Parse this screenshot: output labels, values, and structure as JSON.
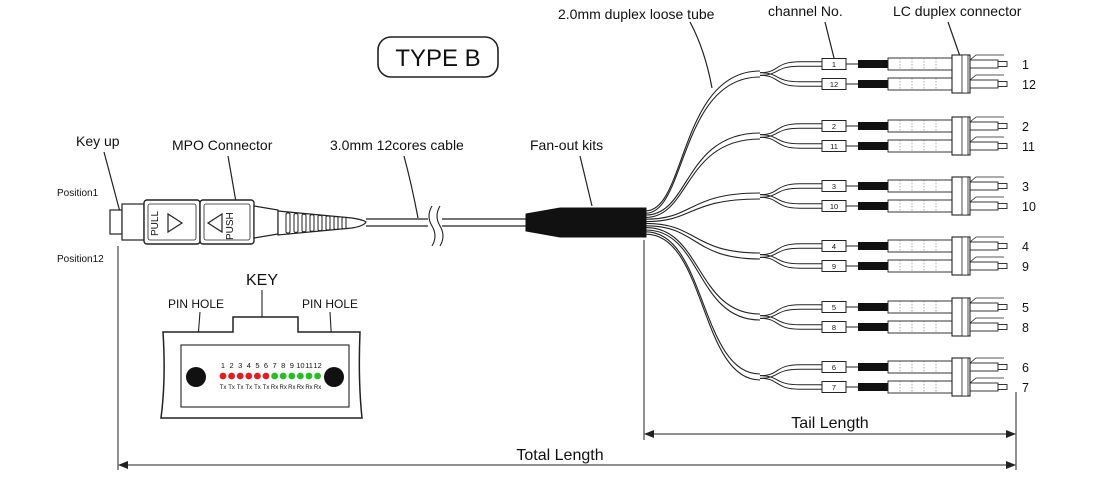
{
  "title": "TYPE B",
  "labels": {
    "duplex_tube": "2.0mm duplex loose tube",
    "channel_no": "channel No.",
    "lc_connector": "LC duplex connector",
    "key_up": "Key up",
    "mpo_connector": "MPO Connector",
    "cable": "3.0mm 12cores cable",
    "fanout": "Fan-out kits",
    "position1": "Position1",
    "position12": "Position12",
    "key": "KEY",
    "pin_hole_left": "PIN HOLE",
    "pin_hole_right": "PIN HOLE",
    "tail_length": "Tail Length",
    "total_length": "Total Length",
    "pull": "PULL",
    "push": "PUSH"
  },
  "channels": [
    {
      "top": "1",
      "bottom": "12"
    },
    {
      "top": "2",
      "bottom": "11"
    },
    {
      "top": "3",
      "bottom": "10"
    },
    {
      "top": "4",
      "bottom": "9"
    },
    {
      "top": "5",
      "bottom": "8"
    },
    {
      "top": "6",
      "bottom": "7"
    }
  ],
  "pins": [
    {
      "n": "1",
      "role": "Tx",
      "color": "#e02020"
    },
    {
      "n": "2",
      "role": "Tx",
      "color": "#e02020"
    },
    {
      "n": "3",
      "role": "Tx",
      "color": "#e02020"
    },
    {
      "n": "4",
      "role": "Tx",
      "color": "#e02020"
    },
    {
      "n": "5",
      "role": "Tx",
      "color": "#e02020"
    },
    {
      "n": "6",
      "role": "Tx",
      "color": "#e02020"
    },
    {
      "n": "7",
      "role": "Rx",
      "color": "#22c022"
    },
    {
      "n": "8",
      "role": "Rx",
      "color": "#22c022"
    },
    {
      "n": "9",
      "role": "Rx",
      "color": "#22c022"
    },
    {
      "n": "10",
      "role": "Rx",
      "color": "#22c022"
    },
    {
      "n": "11",
      "role": "Rx",
      "color": "#22c022"
    },
    {
      "n": "12",
      "role": "Rx",
      "color": "#22c022"
    }
  ]
}
